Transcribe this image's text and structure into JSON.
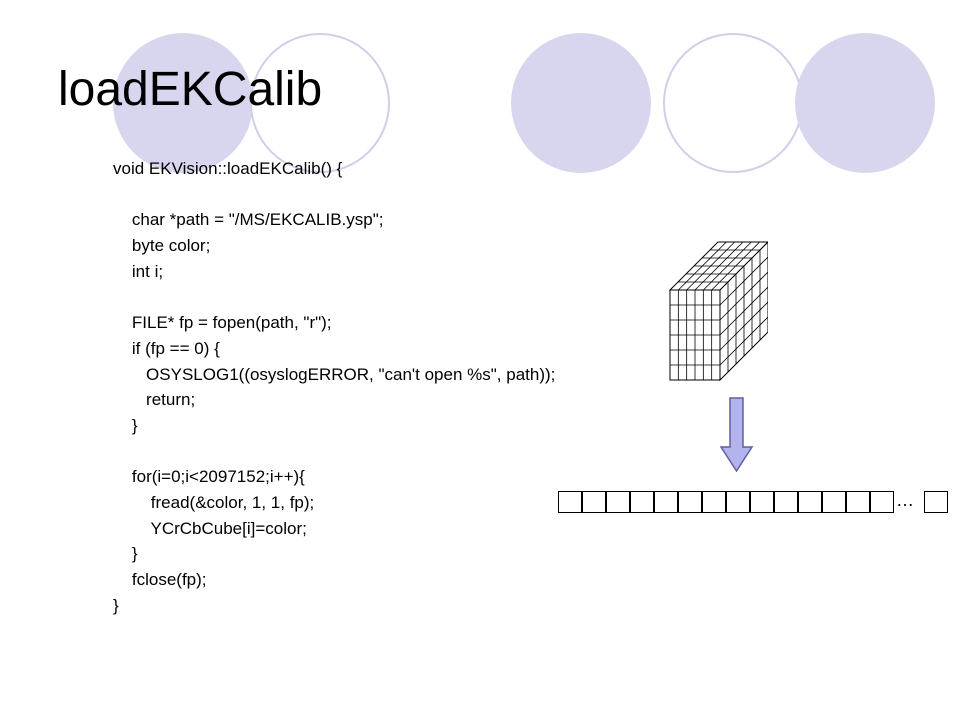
{
  "slide": {
    "title": "loadEKCalib",
    "code_lines": [
      "void EKVision::loadEKCalib() {",
      "",
      "    char *path = \"/MS/EKCALIB.ysp\";",
      "    byte color;",
      "    int i;",
      "",
      "    FILE* fp = fopen(path, \"r\");",
      "    if (fp == 0) {",
      "       OSYSLOG1((osyslogERROR, \"can't open %s\", path));",
      "       return;",
      "    }",
      "",
      "    for(i=0;i<2097152;i++){",
      "        fread(&color, 1, 1, fp);",
      "        YCrCbCube[i]=color;",
      "    }",
      "    fclose(fp);",
      "}"
    ],
    "array_ellipsis": "…"
  },
  "colors": {
    "circle_fill": "#d7d6ee",
    "circle_ring": "#d0cfe8",
    "arrow_fill": "#b3b3ee",
    "arrow_stroke": "#6060a0"
  },
  "icons": {
    "cube": "grid-cube-icon",
    "arrow": "down-arrow-icon"
  }
}
